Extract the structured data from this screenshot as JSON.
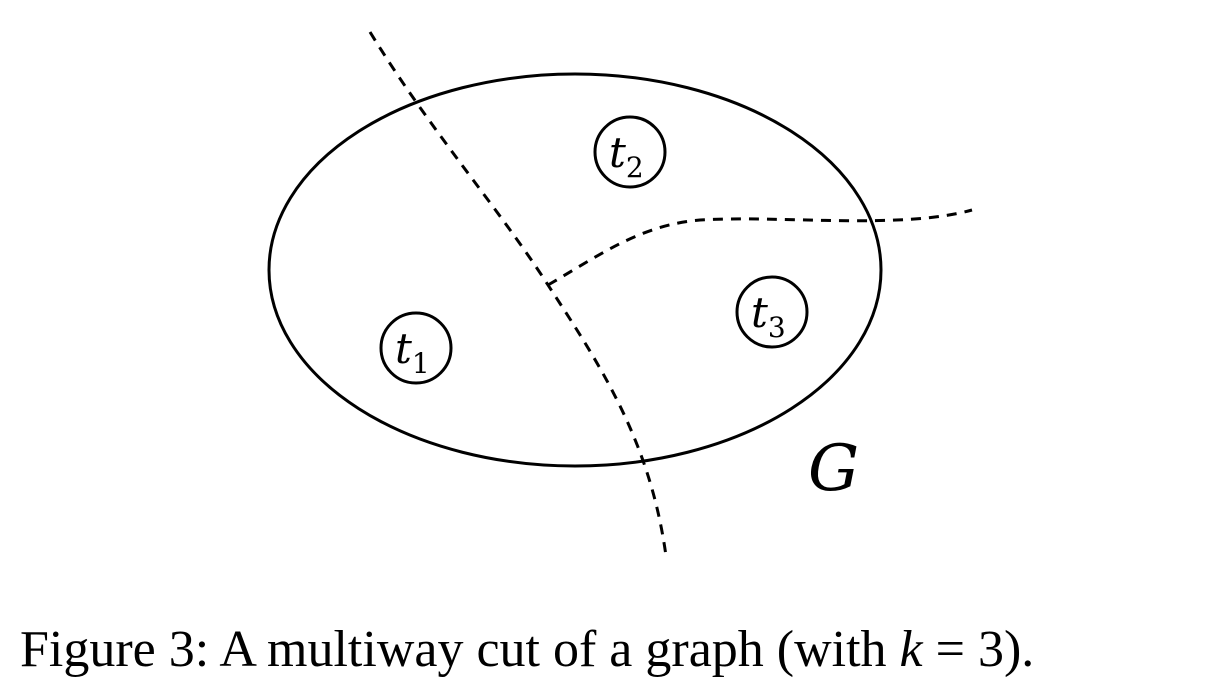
{
  "diagram": {
    "graph_label": "G",
    "terminals": [
      {
        "base": "t",
        "subscript": "1"
      },
      {
        "base": "t",
        "subscript": "2"
      },
      {
        "base": "t",
        "subscript": "3"
      }
    ],
    "colors": {
      "stroke": "#000000",
      "background": "#ffffff"
    }
  },
  "caption": {
    "prefix": "Figure 3: A multiway cut of a graph (with ",
    "variable": "k",
    "equals": " = 3)."
  }
}
